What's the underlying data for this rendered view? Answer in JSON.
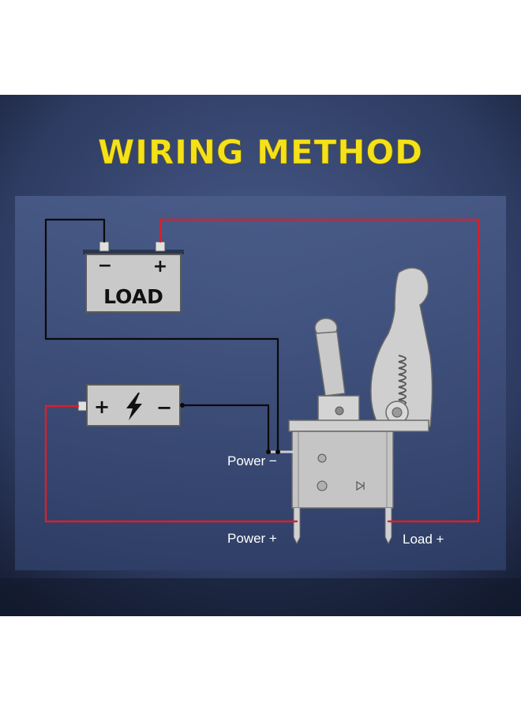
{
  "title": "WIRING METHOD",
  "load_box": {
    "label": "LOAD",
    "neg": "−",
    "pos": "+"
  },
  "battery_box": {
    "pos": "+",
    "neg": "−"
  },
  "terminals": {
    "power_neg": "Power −",
    "power_pos": "Power +",
    "load_pos": "Load +"
  },
  "colors": {
    "title": "#f5e11a",
    "wire_red": "#d8202a",
    "wire_black": "#0a0a0a",
    "panel": "#3b4d78",
    "component": "#c9c9c9"
  }
}
